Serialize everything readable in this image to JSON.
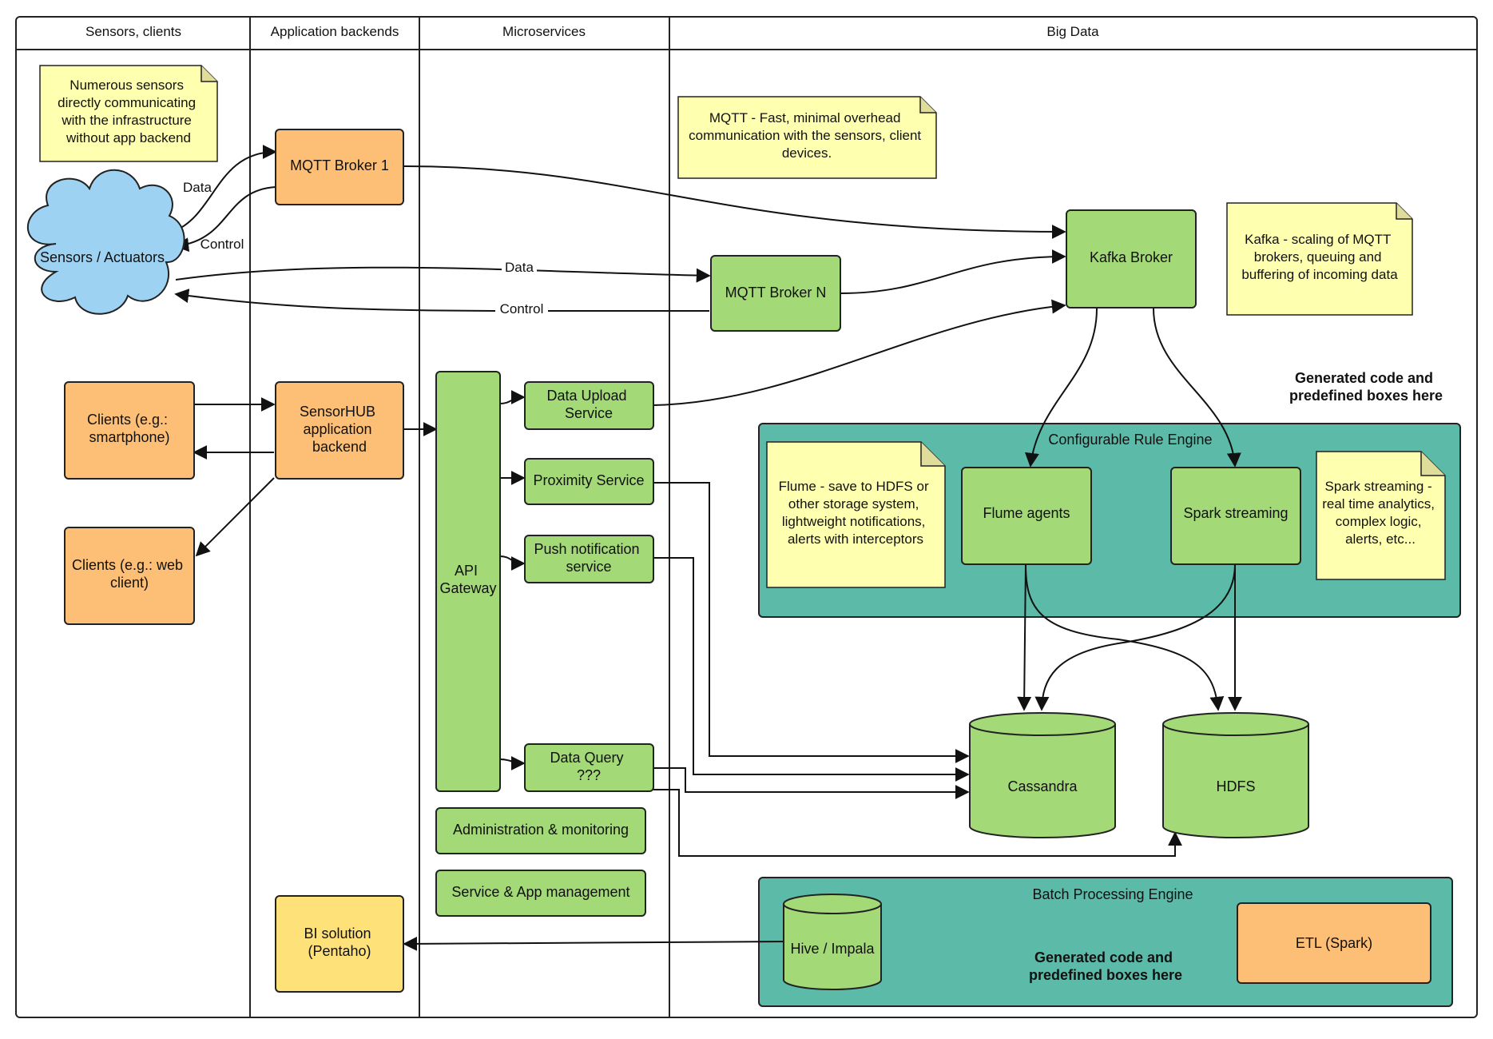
{
  "lanes": [
    "Sensors, clients",
    "Application backends",
    "Microservices",
    "Big Data"
  ],
  "notes": {
    "sensors_note": [
      "Numerous sensors",
      "directly communicating",
      "with the infrastructure",
      "without app backend"
    ],
    "mqtt_note": [
      "MQTT - Fast, minimal overhead",
      "communication with the sensors, client",
      "devices."
    ],
    "kafka_note": [
      "Kafka - scaling of MQTT",
      "brokers, queuing and",
      "buffering of incoming data"
    ],
    "flume_note": [
      "Flume - save to HDFS or",
      "other storage system,",
      "lightweight notifications,",
      "alerts with interceptors"
    ],
    "spark_note": [
      "Spark streaming -",
      "real time analytics,",
      "complex logic,",
      "alerts, etc..."
    ]
  },
  "nodes": {
    "sensors_cloud": [
      "Sensors / Actuators"
    ],
    "mqtt_broker_1": [
      "MQTT Broker 1"
    ],
    "mqtt_broker_n": [
      "MQTT Broker N"
    ],
    "kafka_broker": [
      "Kafka Broker"
    ],
    "clients_smartphone": [
      "Clients (e.g.:",
      "smartphone)"
    ],
    "clients_web": [
      "Clients (e.g.: web",
      "client)"
    ],
    "sensorhub_backend": [
      "SensorHUB",
      "application",
      "backend"
    ],
    "api_gateway": [
      "API",
      "Gateway"
    ],
    "data_upload_service": [
      "Data Upload",
      "Service"
    ],
    "proximity_service": [
      "Proximity Service"
    ],
    "push_notification_service": [
      "Push notification",
      "service"
    ],
    "data_query": [
      "Data Query",
      "???"
    ],
    "admin_monitoring": [
      "Administration & monitoring"
    ],
    "service_app_mgmt": [
      "Service & App management"
    ],
    "bi_solution": [
      "BI solution",
      "(Pentaho)"
    ],
    "flume_agents": [
      "Flume agents"
    ],
    "spark_streaming": [
      "Spark streaming"
    ],
    "cassandra": [
      "Cassandra"
    ],
    "hdfs": [
      "HDFS"
    ],
    "hive_impala": [
      "Hive / Impala"
    ],
    "etl_spark": [
      "ETL (Spark)"
    ]
  },
  "panels": {
    "rule_engine_title": "Configurable Rule Engine",
    "batch_engine_title": "Batch Processing Engine"
  },
  "generated_code_text": [
    "Generated code and",
    "predefined boxes here"
  ],
  "edge_labels": {
    "data": "Data",
    "control": "Control"
  },
  "colors": {
    "orange": "#fdbf75",
    "green": "#a3d977",
    "yellow_box": "#ffe17a",
    "note": "#ffffb0",
    "cloud": "#9ed2f2",
    "teal": "#5cbaa8",
    "stroke": "#222222"
  }
}
